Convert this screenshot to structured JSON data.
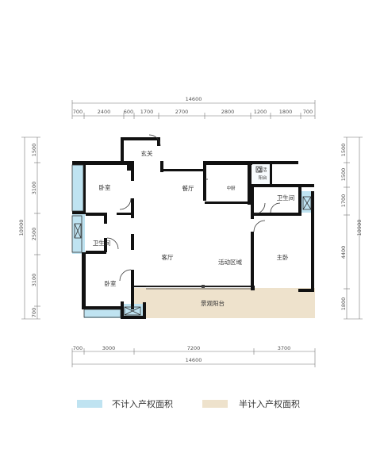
{
  "dimensions": {
    "top_total": "14600",
    "top_segments": [
      "700",
      "2400",
      "600",
      "1700",
      "2700",
      "2800",
      "1200",
      "1800",
      "700"
    ],
    "bottom_total": "14600",
    "bottom_segments": [
      "700",
      "3000",
      "7200",
      "3700"
    ],
    "left_total": "10900",
    "left_segments": [
      "1500",
      "3100",
      "2500",
      "3100",
      "700"
    ],
    "right_total": "10900",
    "right_segments": [
      "1500",
      "1500",
      "1700",
      "4400",
      "1800"
    ]
  },
  "rooms": {
    "entrance": "玄关",
    "bedroom_top": "卧室",
    "dining": "餐厅",
    "kitchen": "中厨",
    "utility_balcony_line1": "生活",
    "utility_balcony_line2": "阳台",
    "bathroom_right": "卫生间",
    "bathroom_left": "卫生间",
    "living_room": "客厅",
    "activity_area": "活动区域",
    "master_bedroom": "主卧",
    "bedroom_bottom": "卧室",
    "balcony": "景观阳台"
  },
  "legend": {
    "not_counted_label": "不计入产权面积",
    "half_counted_label": "半计入产权面积",
    "not_counted_color": "#bfe3f1",
    "half_counted_color": "#eee2cc"
  }
}
